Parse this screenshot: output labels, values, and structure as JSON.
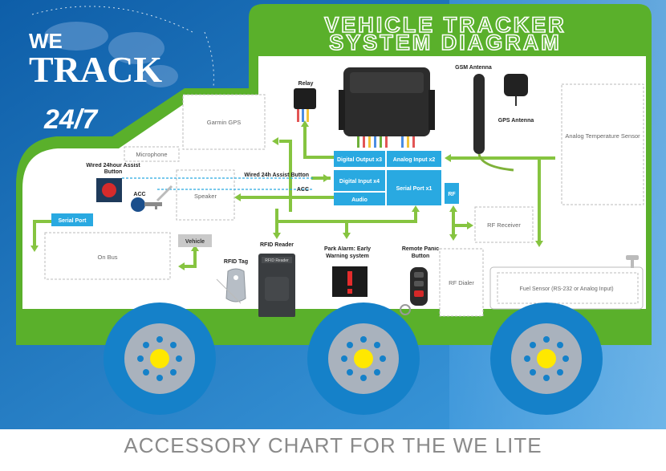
{
  "title": {
    "line1": "VEHICLE TRACKER",
    "line2": "SYSTEM DIAGRAM"
  },
  "logo": {
    "we": "WE",
    "track": "TRACK",
    "hours": "24/7"
  },
  "caption": "ACCESSORY CHART FOR THE WE LITE",
  "device_ports": {
    "digital_output": "Digital Output x3",
    "analog_input": "Analog Input x2",
    "digital_input": "Digital Input x4",
    "serial_port": "Serial Port x1",
    "audio": "Audio",
    "rf": "RF"
  },
  "accessories": {
    "garmin_gps": "Garmin GPS",
    "microphone": "Microphone",
    "speaker": "Speaker",
    "on_bus": "On Bus",
    "analog_temp": "Analog Temperature Sensor",
    "rf_receiver": "RF Receiver",
    "rf_dialer": "RF Dialer",
    "fuel_sensor": "Fuel Sensor (RS-232 or Analog Input)",
    "relay": "Relay",
    "gsm_antenna": "GSM Antenna",
    "gps_antenna": "GPS Antenna",
    "assist_button": "Wired 24hour Assist Button",
    "acc": "ACC",
    "serial_port_tag": "Serial Port",
    "vehicle_tag": "Vehicle",
    "rfid_tag": "RFID Tag",
    "rfid_reader": "RFID Reader",
    "rfid_reader_device": "RFID Reader",
    "park_alarm": "Park Alarm: Early Warning system",
    "remote_panic": "Remote Panic Button"
  },
  "connections": {
    "wired_assist": "Wired 24h Assist Button",
    "acc": "ACC"
  },
  "colors": {
    "blue": "#1a83c8",
    "dark_blue": "#0a6db5",
    "green": "#5ab02b",
    "arrow_green": "#86c440",
    "port_blue": "#29a9e1",
    "wheel_gray": "#a9b2bd",
    "hub_yellow": "#ffe800"
  }
}
